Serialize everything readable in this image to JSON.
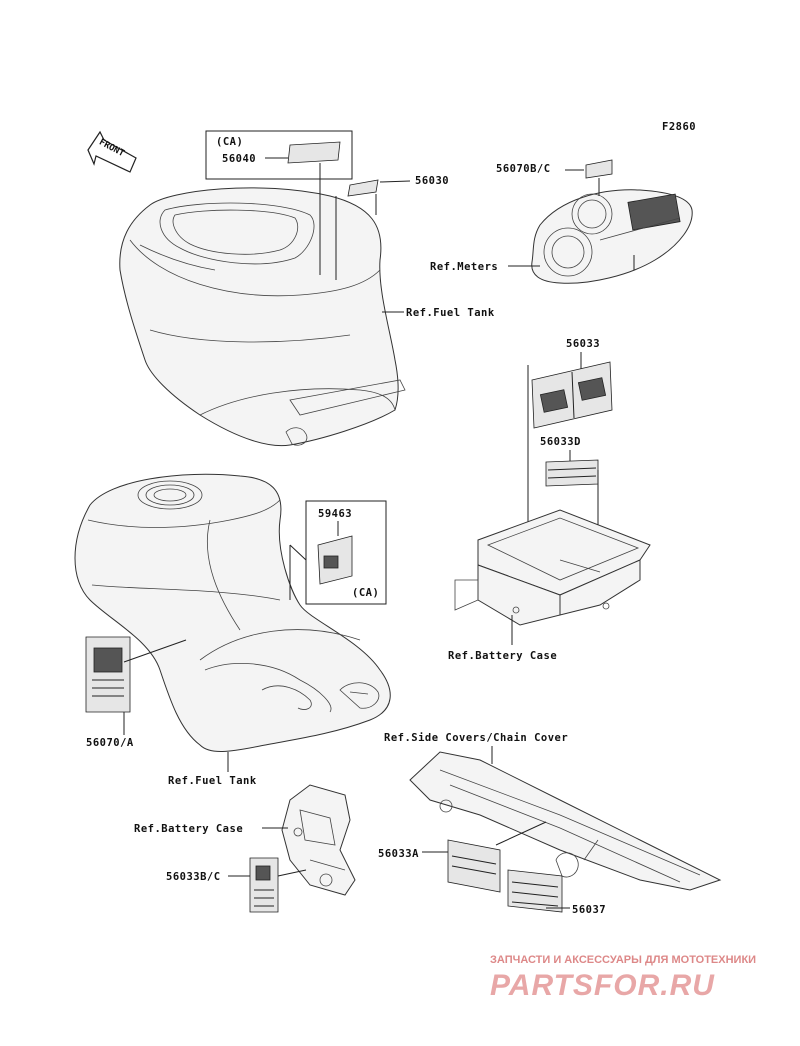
{
  "figure_code": "F2860",
  "front_arrow": "FRONT",
  "labels": {
    "ca_top": "(CA)",
    "p56040": "56040",
    "p56030": "56030",
    "p56070bc": "56070B/C",
    "ref_meters": "Ref.Meters",
    "ref_fuel_tank_1": "Ref.Fuel Tank",
    "p56033": "56033",
    "p56033d": "56033D",
    "p59463": "59463",
    "ca_mid": "(CA)",
    "ref_battery_case_1": "Ref.Battery Case",
    "p56070a": "56070/A",
    "ref_side_covers": "Ref.Side Covers/Chain Cover",
    "ref_fuel_tank_2": "Ref.Fuel Tank",
    "ref_battery_case_2": "Ref.Battery Case",
    "p56033a": "56033A",
    "p56033bc": "56033B/C",
    "p56037": "56037"
  },
  "watermark": {
    "line1": "ЗАПЧАСТИ И АКСЕССУАРЫ ДЛЯ МОТОТЕХНИКИ",
    "line2": "PARTSFOR.RU"
  }
}
